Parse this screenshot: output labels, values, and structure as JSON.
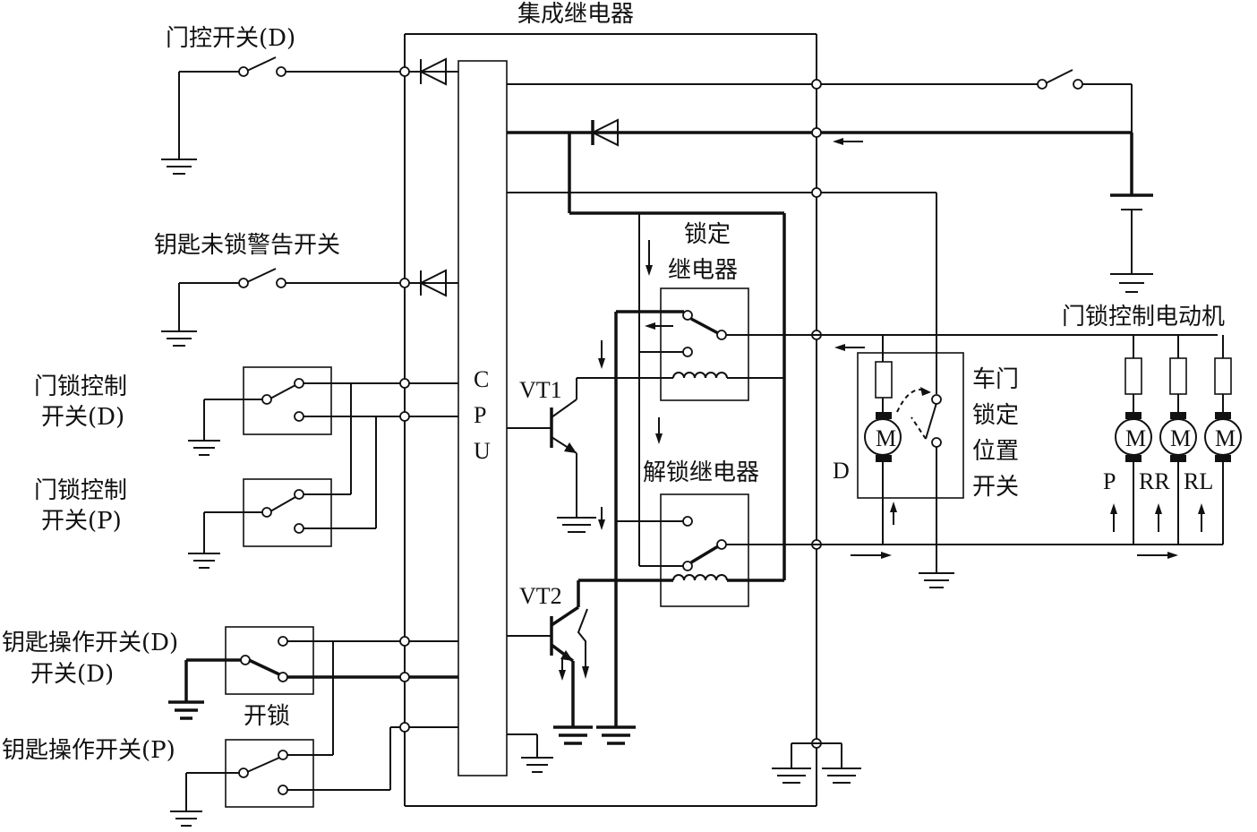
{
  "labels": {
    "integrated_relay": "集成继电器",
    "door_switch": "门控开关(D)",
    "key_warning_switch": "钥匙未锁警告开关",
    "lock_ctrl_d_1": "门锁控制",
    "lock_ctrl_d_2": "开关(D)",
    "lock_ctrl_p_1": "门锁控制",
    "lock_ctrl_p_2": "开关(P)",
    "key_op_d_1": "钥匙操作开关(D)",
    "key_op_d_2": "开关(D)",
    "unlock": "开锁",
    "key_op_p": "钥匙操作开关(P)",
    "cpu_c": "C",
    "cpu_p": "P",
    "cpu_u": "U",
    "vt1": "VT1",
    "vt2": "VT2",
    "lock_relay_1": "锁定",
    "lock_relay_2": "继电器",
    "unlock_relay": "解锁继电器",
    "motor_group": "门锁控制电动机",
    "door_pos_1": "车门",
    "door_pos_2": "锁定",
    "door_pos_3": "位置",
    "door_pos_4": "开关",
    "motor_d": "D",
    "motor_p": "P",
    "motor_rr": "RR",
    "motor_rl": "RL",
    "motor_symbol": "M"
  },
  "colors": {
    "ink": "#111111",
    "background": "#ffffff"
  }
}
